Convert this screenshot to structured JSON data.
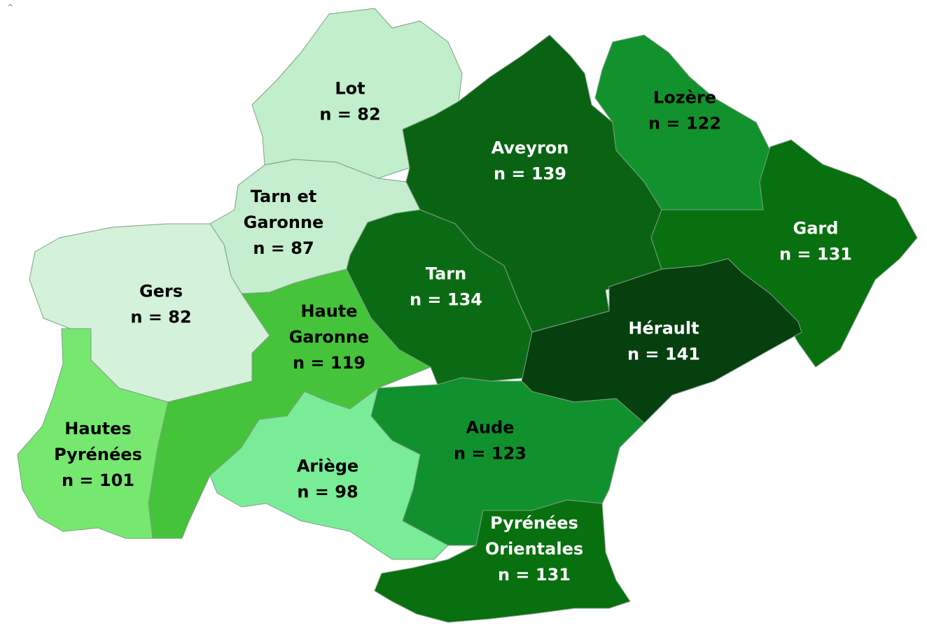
{
  "corner_mark": "^",
  "departments": [
    {
      "id": "lot",
      "lines": [
        "Lot",
        "n = 82"
      ],
      "n": 82,
      "fill": "#c1eecb",
      "text_color": "#000000"
    },
    {
      "id": "tarn-et-garonne",
      "lines": [
        "Tarn et",
        "Garonne",
        "n = 87"
      ],
      "n": 87,
      "fill": "#c5eece",
      "text_color": "#000000"
    },
    {
      "id": "gers",
      "lines": [
        "Gers",
        "n = 82"
      ],
      "n": 82,
      "fill": "#d4f1d9",
      "text_color": "#000000"
    },
    {
      "id": "haute-garonne",
      "lines": [
        "Haute",
        "Garonne",
        "n = 119"
      ],
      "n": 119,
      "fill": "#45c33b",
      "text_color": "#000000"
    },
    {
      "id": "hautes-pyrenees",
      "lines": [
        "Hautes",
        "Pyrénées",
        "n = 101"
      ],
      "n": 101,
      "fill": "#76e86f",
      "text_color": "#000000"
    },
    {
      "id": "ariege",
      "lines": [
        "Ariège",
        "n = 98"
      ],
      "n": 98,
      "fill": "#79ec97",
      "text_color": "#000000"
    },
    {
      "id": "aveyron",
      "lines": [
        "Aveyron",
        "n = 139"
      ],
      "n": 139,
      "fill": "#0a6313",
      "text_color": "#ffffff"
    },
    {
      "id": "tarn",
      "lines": [
        "Tarn",
        "n = 134"
      ],
      "n": 134,
      "fill": "#0b6b14",
      "text_color": "#ffffff"
    },
    {
      "id": "lozere",
      "lines": [
        "Lozère",
        "n = 122"
      ],
      "n": 122,
      "fill": "#12922d",
      "text_color": "#000000"
    },
    {
      "id": "gard",
      "lines": [
        "Gard",
        "n = 131"
      ],
      "n": 131,
      "fill": "#08700f",
      "text_color": "#ffffff"
    },
    {
      "id": "herault",
      "lines": [
        "Hérault",
        "n = 141"
      ],
      "n": 141,
      "fill": "#05400e",
      "text_color": "#ffffff"
    },
    {
      "id": "aude",
      "lines": [
        "Aude",
        "n = 123"
      ],
      "n": 123,
      "fill": "#10912d",
      "text_color": "#000000"
    },
    {
      "id": "pyrenees-orientales",
      "lines": [
        "Pyrénées",
        "Orientales",
        "n = 131"
      ],
      "n": 131,
      "fill": "#08700f",
      "text_color": "#ffffff"
    }
  ]
}
